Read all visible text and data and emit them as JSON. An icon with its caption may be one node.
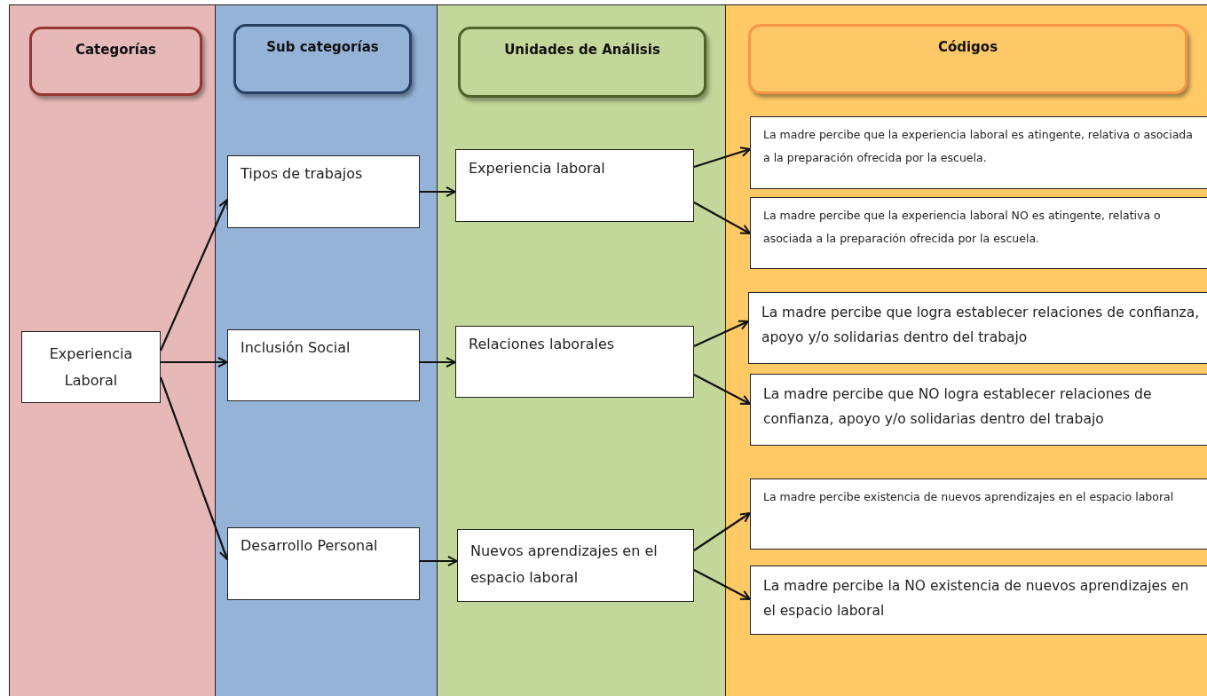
{
  "diagram": {
    "nodes": [
      {
        "text": [
          "Categorías"
        ]
      },
      {
        "text": [
          "Sub categorías"
        ]
      },
      {
        "text": [
          "Unidades de Análisis"
        ]
      },
      {
        "text": [
          "Códigos"
        ]
      },
      {
        "text": [
          "Experiencia Laboral"
        ]
      },
      {
        "text": [
          "Tipos de trabajos"
        ]
      },
      {
        "text": [
          "Inclusión Social"
        ]
      },
      {
        "text": [
          "Desarrollo Personal"
        ]
      },
      {
        "text": [
          "Experiencia laboral"
        ]
      },
      {
        "text": [
          "Relaciones laborales"
        ]
      },
      {
        "text": [
          "Nuevos aprendizajes en el espacio laboral"
        ]
      },
      {
        "text": [
          "La madre percibe que la experiencia laboral es atingente, relativa o asociada a la preparación ofrecida por la escuela."
        ]
      },
      {
        "text": [
          "La madre percibe que la experiencia laboral NO es atingente, relativa o asociada a la preparación ofrecida por la escuela."
        ]
      },
      {
        "text": [
          "La madre percibe que logra establecer relaciones de confianza, apoyo y/o solidarias dentro del trabajo"
        ]
      },
      {
        "text": [
          "La madre percibe que NO logra establecer relaciones de confianza, apoyo y/o solidarias dentro del trabajo"
        ]
      },
      {
        "text": [
          "La madre percibe existencia de nuevos aprendizajes en el espacio laboral"
        ]
      },
      {
        "text": [
          "La madre percibe la NO existencia de nuevos aprendizajes en el espacio laboral"
        ]
      }
    ],
    "edges": [
      {
        "from": 4,
        "to": 5,
        "arrow": "to"
      },
      {
        "from": 4,
        "to": 6,
        "arrow": "to"
      },
      {
        "from": 4,
        "to": 7,
        "arrow": "to"
      },
      {
        "from": 5,
        "to": 8,
        "arrow": "to"
      },
      {
        "from": 6,
        "to": 9,
        "arrow": "to"
      },
      {
        "from": 7,
        "to": 10,
        "arrow": "to"
      },
      {
        "from": 8,
        "to": 11,
        "arrow": "to"
      },
      {
        "from": 8,
        "to": 12,
        "arrow": "to"
      },
      {
        "from": 9,
        "to": 13,
        "arrow": "to"
      },
      {
        "from": 9,
        "to": 14,
        "arrow": "to"
      },
      {
        "from": 10,
        "to": 15,
        "arrow": "to"
      },
      {
        "from": 10,
        "to": 16,
        "arrow": "to"
      }
    ]
  }
}
